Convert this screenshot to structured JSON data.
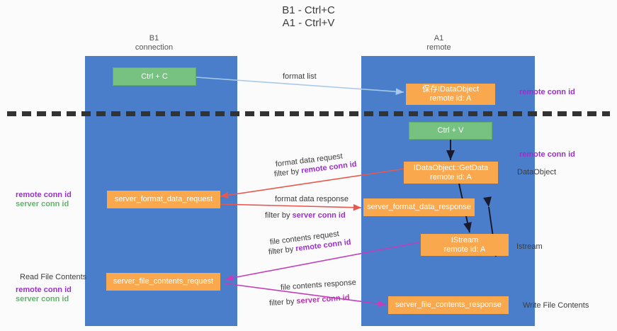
{
  "title": {
    "line1": "B1 - Ctrl+C",
    "line2": "A1 - Ctrl+V"
  },
  "columns": [
    {
      "name": "B1",
      "sub": "connection"
    },
    {
      "name": "A1",
      "sub": "remote"
    }
  ],
  "nodes": {
    "ctrl_c": {
      "label": "Ctrl + C"
    },
    "save_dataobject": {
      "line1": "保存IDataObject",
      "line2": "remote id: A"
    },
    "ctrl_v": {
      "label": "Ctrl + V"
    },
    "getdata": {
      "line1": "IDataObject::GetData",
      "line2": "remote id: A"
    },
    "server_format_data_request": {
      "label": "server_format_data_request"
    },
    "server_format_data_response": {
      "label": "server_format_data_response"
    },
    "istream": {
      "line1": "IStream",
      "line2": "remote id: A"
    },
    "server_file_contents_request": {
      "label": "server_file_contents_request"
    },
    "server_file_contents_response": {
      "label": "server_file_contents_response"
    }
  },
  "edges": {
    "format_list": "format list",
    "format_data_request": "format data request",
    "format_data_request_filter_prefix": "filter by ",
    "format_data_request_filter_key": "remote conn id",
    "format_data_response": "format data response",
    "format_data_response_filter_prefix": "filter by ",
    "format_data_response_filter_key": "server conn id",
    "file_contents_request": "file contents request",
    "file_contents_request_filter_prefix": "filter by ",
    "file_contents_request_filter_key": "remote conn id",
    "file_contents_response": "file contents response",
    "file_contents_response_filter_prefix": "filter by ",
    "file_contents_response_filter_key": "server conn id"
  },
  "annotations": {
    "left_mid_remote": "remote conn id",
    "left_mid_server": "server conn id",
    "left_read_file_contents": "Read File Contents",
    "left_bottom_remote": "remote conn id",
    "left_bottom_server": "server conn id",
    "right_top_remote": "remote conn id",
    "right_mid_remote": "remote conn id",
    "right_dataobject": "DataObject",
    "right_istream": "Istream",
    "right_write_file_contents": "Write File Contents"
  },
  "colors": {
    "lane": "#4a7ecb",
    "green_node": "#77c281",
    "orange_node": "#f9a84d",
    "purple_key": "#9b30c9",
    "green_key": "#62b36c",
    "arrow_blue": "#a8c9e8",
    "arrow_red": "#e8584f",
    "arrow_magenta": "#c23fb8",
    "arrow_dark": "#1a1a2e",
    "background": "#fbfbfb"
  }
}
